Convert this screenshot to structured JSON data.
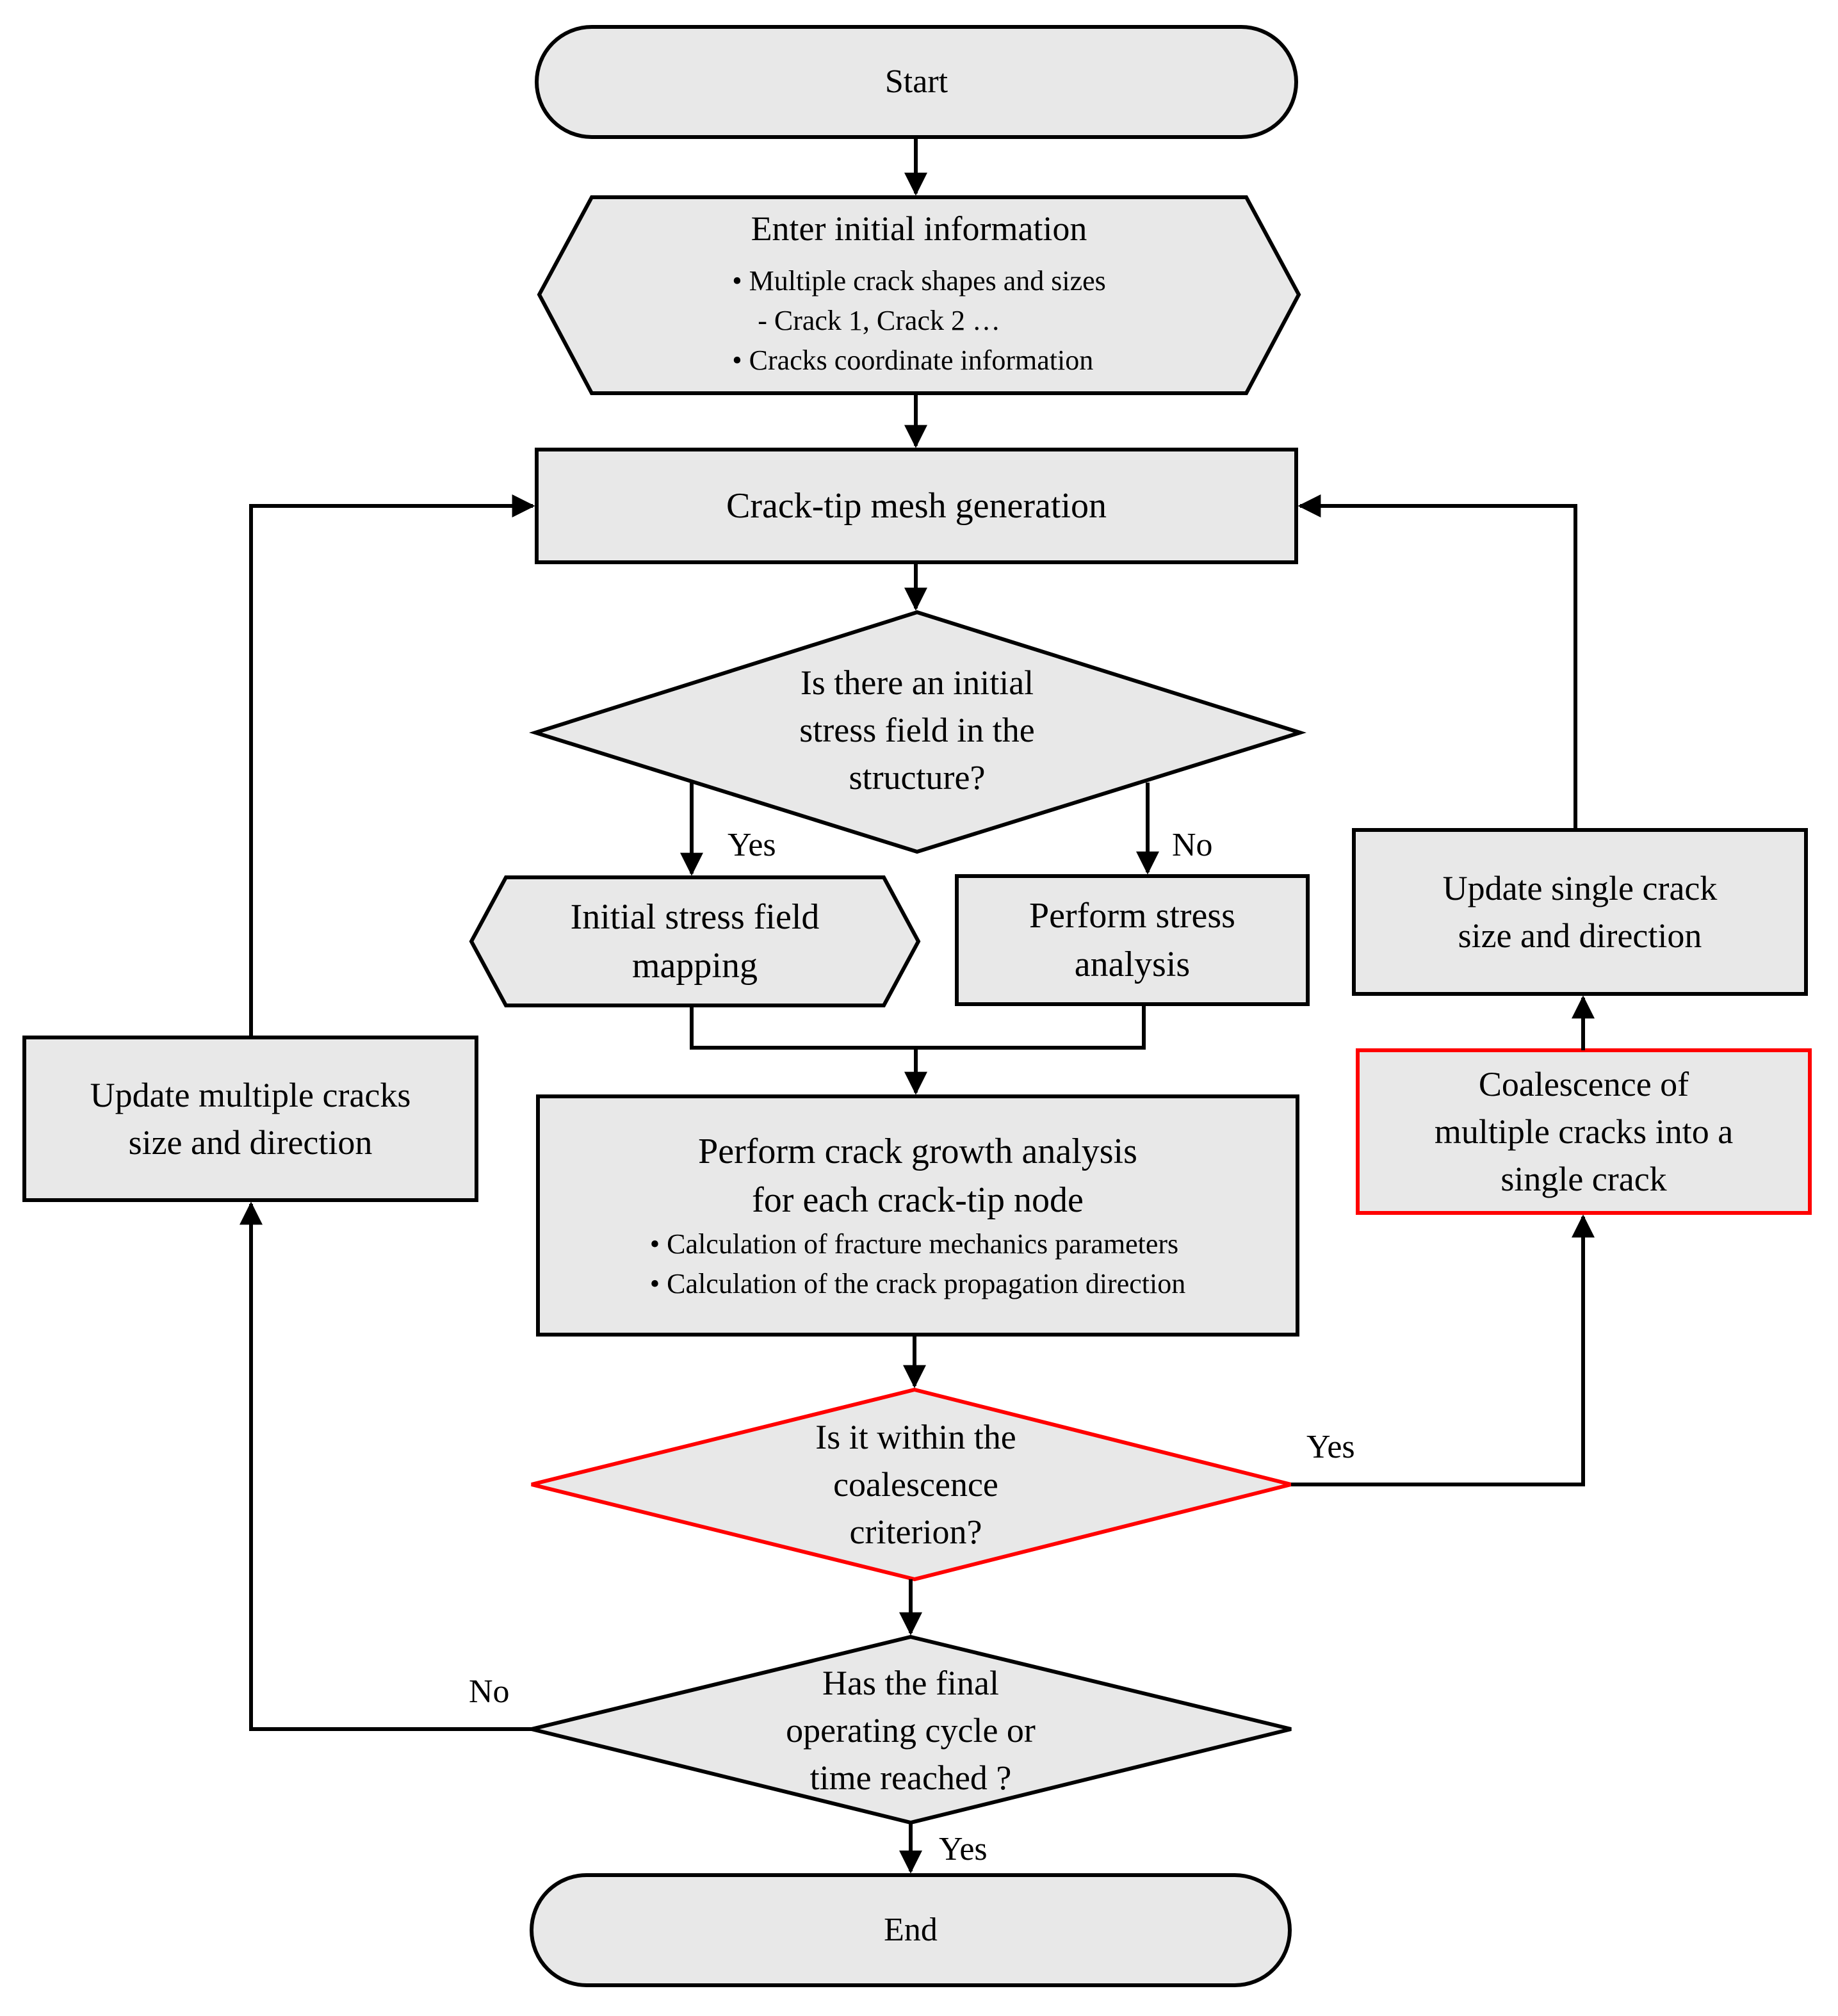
{
  "colors": {
    "fill": "#e8e8e8",
    "stroke": "#000000",
    "highlight": "#ff0000"
  },
  "nodes": {
    "start": {
      "label": "Start"
    },
    "enter_info": {
      "title": "Enter initial information",
      "bullets": [
        "• Multiple crack shapes and sizes",
        "- Crack 1, Crack 2 …",
        "• Cracks coordinate information"
      ]
    },
    "mesh": {
      "label": "Crack-tip mesh generation"
    },
    "stress_decision": {
      "lines": [
        "Is there an initial",
        "stress field in the",
        "structure?"
      ]
    },
    "mapping": {
      "lines": [
        "Initial stress field",
        "mapping"
      ]
    },
    "stress_analysis": {
      "lines": [
        "Perform stress",
        "analysis"
      ]
    },
    "growth": {
      "lines": [
        "Perform crack growth analysis",
        "for each crack-tip node"
      ],
      "bullets": [
        "• Calculation of fracture mechanics parameters",
        "• Calculation of the crack propagation direction"
      ]
    },
    "coalescence_decision": {
      "lines": [
        "Is it within the",
        "coalescence",
        "criterion?"
      ]
    },
    "final_decision": {
      "lines": [
        "Has the final",
        "operating cycle or",
        "time reached ?"
      ]
    },
    "end": {
      "label": "End"
    },
    "update_multiple": {
      "lines": [
        "Update multiple cracks",
        "size and direction"
      ]
    },
    "update_single": {
      "lines": [
        "Update single crack",
        "size and direction"
      ]
    },
    "coalescence": {
      "lines": [
        "Coalescence of",
        "multiple cracks into a",
        "single crack"
      ]
    }
  },
  "edge_labels": {
    "stress_yes": "Yes",
    "stress_no": "No",
    "coalescence_yes": "Yes",
    "final_no": "No",
    "final_yes": "Yes"
  }
}
